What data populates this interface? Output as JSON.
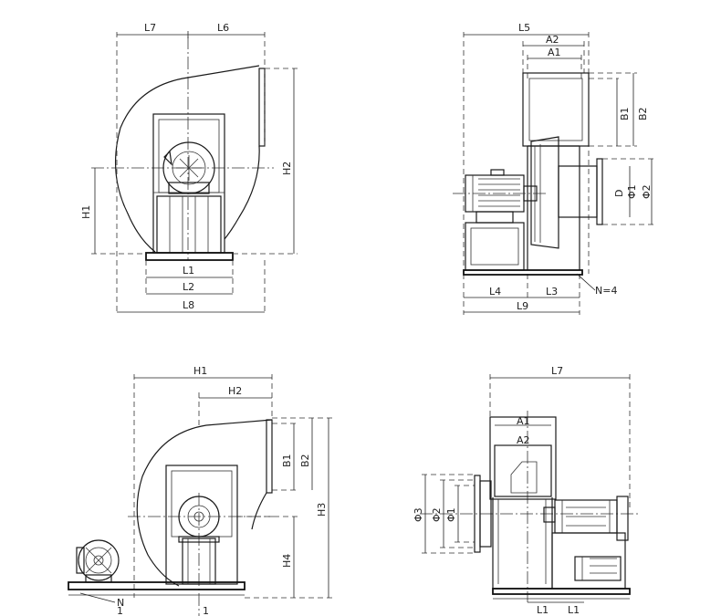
{
  "views": {
    "front": {
      "labels": {
        "L7": "L7",
        "L6": "L6",
        "H1": "H1",
        "H2": "H2",
        "L1": "L1",
        "L2": "L2",
        "L8": "L8"
      }
    },
    "side": {
      "labels": {
        "L5": "L5",
        "A2": "A2",
        "A1": "A1",
        "B1": "B1",
        "B2": "B2",
        "D": "D",
        "phi1": "Φ1",
        "phi2": "Φ2",
        "L4": "L4",
        "L3": "L3",
        "N4": "N=4",
        "L9": "L9"
      }
    },
    "back": {
      "labels": {
        "H1": "H1",
        "H2": "H2",
        "B1": "B1",
        "B2": "B2",
        "H3": "H3",
        "H4": "H4",
        "N": "N",
        "one_a": "1",
        "one_b": "1"
      }
    },
    "outlet": {
      "labels": {
        "L7": "L7",
        "A1": "A1",
        "A2": "A2",
        "phi3": "Φ3",
        "phi2": "Φ2",
        "phi1": "Φ1",
        "L1a": "L1",
        "L1b": "L1"
      }
    }
  }
}
